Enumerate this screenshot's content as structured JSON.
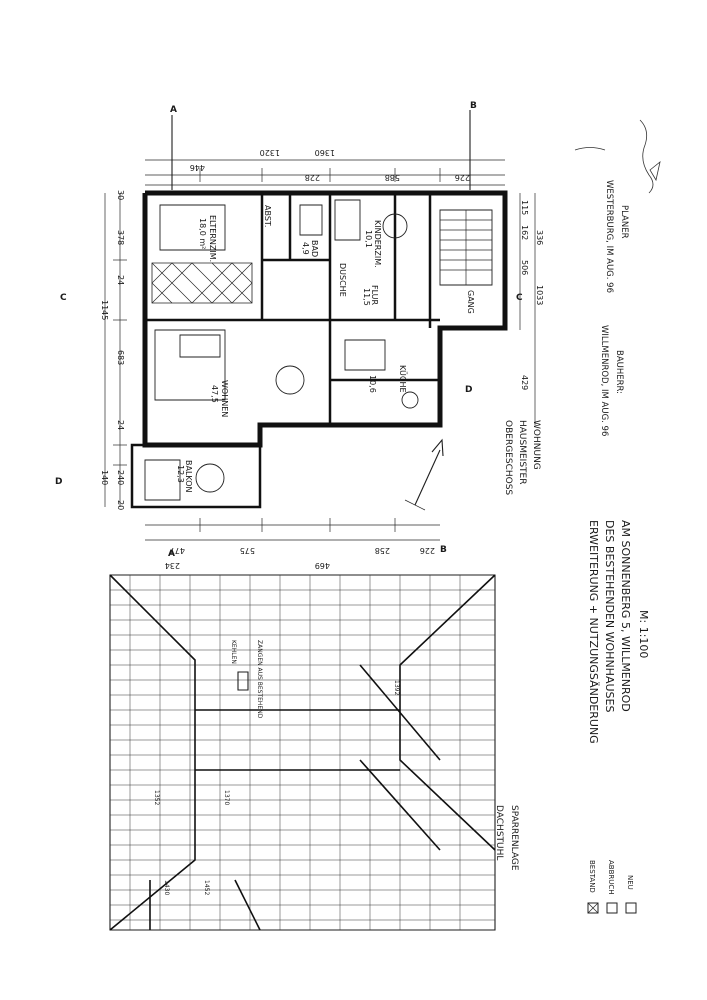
{
  "floor_plan": {
    "rooms": {
      "elternzimmer": "ELTERNZIM.",
      "elternzimmer_area": "18,0 m²",
      "bad": "BAD",
      "bad_area": "4,9",
      "kinderzimmer": "KINDERZIM.",
      "kinderzimmer_area": "10,1",
      "flur": "FLUR",
      "flur_area": "11,5",
      "wohnen": "WOHNEN",
      "wohnen_area": "47,5",
      "kueche": "KÜCHE",
      "kueche_area": "10,6",
      "balkon": "BALKON",
      "balkon_area": "12,3",
      "abst": "ABST.",
      "gang": "GANG",
      "dusche": "DUSCHE"
    },
    "dimensions_top": [
      "446",
      "1360",
      "1320",
      "228",
      "588",
      "226"
    ],
    "dimensions_left": [
      "30",
      "378",
      "1145",
      "24",
      "683",
      "24",
      "140",
      "240",
      "20"
    ],
    "dimensions_bottom": [
      "477",
      "575",
      "234",
      "469",
      "258",
      "226"
    ],
    "dimensions_right": [
      "115",
      "162",
      "506",
      "336",
      "1033",
      "429"
    ],
    "section_labels": [
      "A",
      "A",
      "B",
      "B",
      "C",
      "C",
      "D",
      "D"
    ],
    "floor_title_lines": [
      "OBERGESCHOSS",
      "HAUSMEISTER",
      "WOHNUNG"
    ]
  },
  "roof_plan": {
    "title_lines": [
      "DACHSTUHL",
      "SPARRENLAGE"
    ],
    "labels": [
      "ZANGEN AUS BESTEHEND",
      "KEHLEN",
      "1352",
      "1370",
      "1392",
      "1452",
      "1430"
    ]
  },
  "title_block": {
    "lines": [
      "ERWEITERUNG + NUTZUNGSÄNDERUNG",
      "DES BESTEHENDEN WOHNHAUSES",
      "AM SONNENBERG 5, WILLMENROD",
      "M: 1:100"
    ]
  },
  "signatures": {
    "planer_line": "WESTERBURG, IM AUG. 96",
    "planer_label": "PLANER",
    "bauherr_line": "WILLMENROD, IM AUG. 96",
    "bauherr_label": "BAUHERR:"
  },
  "legend": [
    {
      "label": "BESTAND"
    },
    {
      "label": "ABBRUCH"
    },
    {
      "label": "NEU"
    }
  ]
}
